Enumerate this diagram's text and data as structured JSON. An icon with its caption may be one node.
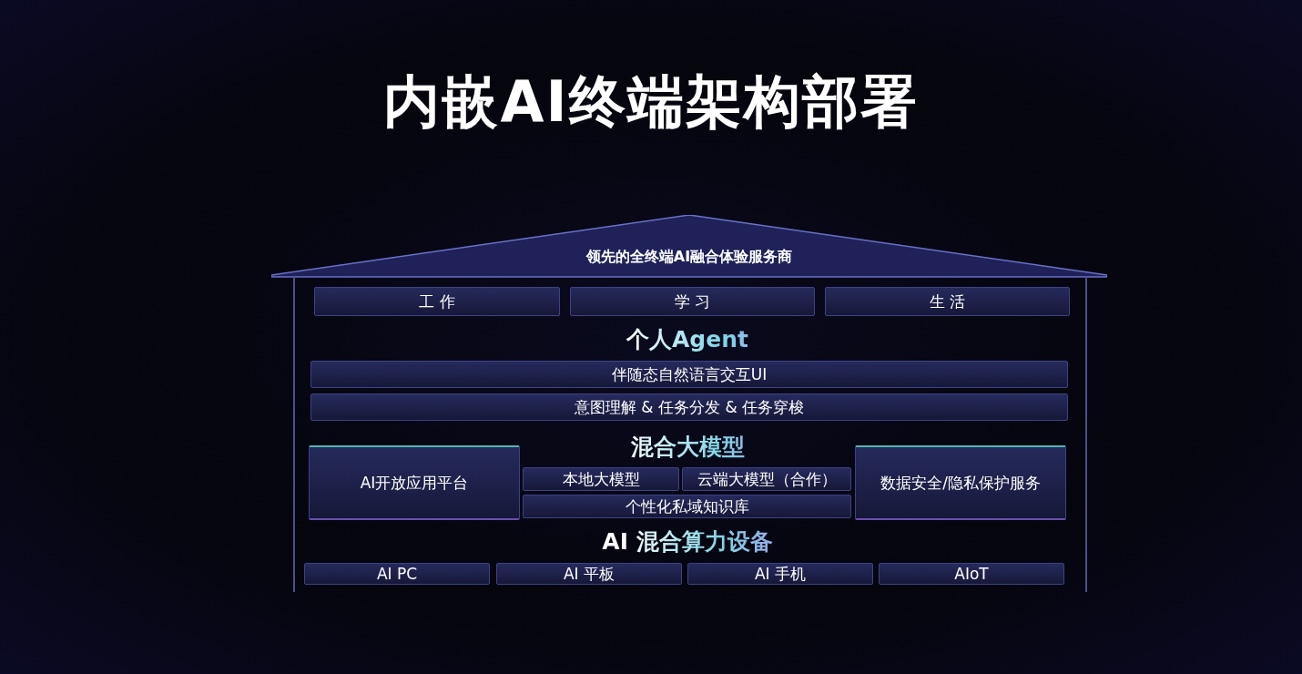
{
  "diagram": {
    "title": "内嵌AI终端架构部署",
    "nodes": [
      {
        "text": [
          "领先的全终端AI融合体验服务商"
        ]
      },
      {
        "text": [
          "工 作"
        ],
        "in": 0
      },
      {
        "text": [
          "学 习"
        ],
        "in": 0
      },
      {
        "text": [
          "生 活"
        ],
        "in": 0
      },
      {
        "text": [
          "伴随态自然语言交互UI"
        ],
        "in": 0
      },
      {
        "text": [
          "意图理解 & 任务分发 & 任务穿梭"
        ],
        "in": 0
      },
      {
        "text": [
          "AI开放应用平台"
        ],
        "in": 0
      },
      {
        "text": [
          "本地大模型"
        ],
        "in": 0
      },
      {
        "text": [
          "云端大模型（合作）"
        ],
        "in": 0
      },
      {
        "text": [
          "个性化私域知识库"
        ],
        "in": 0
      },
      {
        "text": [
          "数据安全/隐私保护服务"
        ],
        "in": 0
      },
      {
        "text": [
          "AI PC"
        ],
        "in": 0
      },
      {
        "text": [
          "AI 平板"
        ],
        "in": 0
      },
      {
        "text": [
          "AI 手机"
        ],
        "in": 0
      },
      {
        "text": [
          "AIoT"
        ],
        "in": 0
      }
    ],
    "edges": [],
    "labels": [
      "个人Agent",
      "混合大模型",
      "AI 混合算力设备"
    ]
  }
}
